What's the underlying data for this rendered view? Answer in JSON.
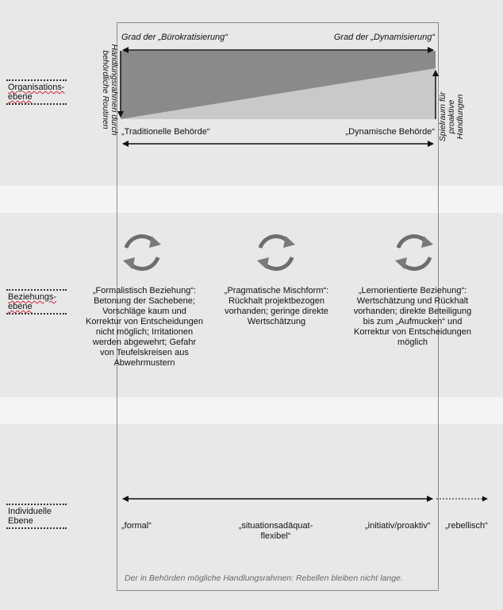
{
  "levels": {
    "org": "Organisations-\nebene",
    "rel": "Beziehungs-\nebene",
    "ind": "Individuelle\nEbene"
  },
  "org": {
    "top_left": "Grad der „Bürokratisierung“",
    "top_right": "Grad der „Dynamisierung“",
    "bottom_left": "„Traditionelle Behörde“",
    "bottom_right": "„Dynamische Behörde“",
    "vertical_left": "Handlungsrahmen durch behördliche Routinen",
    "vertical_right": "Spielraum für proaktive Handlungen"
  },
  "rel": {
    "left": "„Formalistisch Beziehung“: Betonung der Sachebene; Vorschläge kaum und Korrektur von Entscheidungen nicht möglich; Irritationen werden abgewehrt; Gefahr von Teufelskreisen aus Abwehrmustern",
    "middle": "„Pragmatische Mischform“: Rückhalt projektbezogen vorhanden; geringe direkte Wertschätzung",
    "right": "„Lernorientierte Beziehung“: Wertschätzung und Rückhalt vorhanden; direkte Beteiligung bis zum „Aufmucken“ und Korrektur von Entscheidungen möglich"
  },
  "ind": {
    "formal": "„formal“",
    "situ": "„situationsadäquat-\nflexibel“",
    "initiativ": "„initiativ/proaktiv“",
    "rebellisch": "„rebellisch“"
  },
  "caption": "Der in Behörden mögliche Handlungsrahmen: Rebellen bleiben nicht lange."
}
